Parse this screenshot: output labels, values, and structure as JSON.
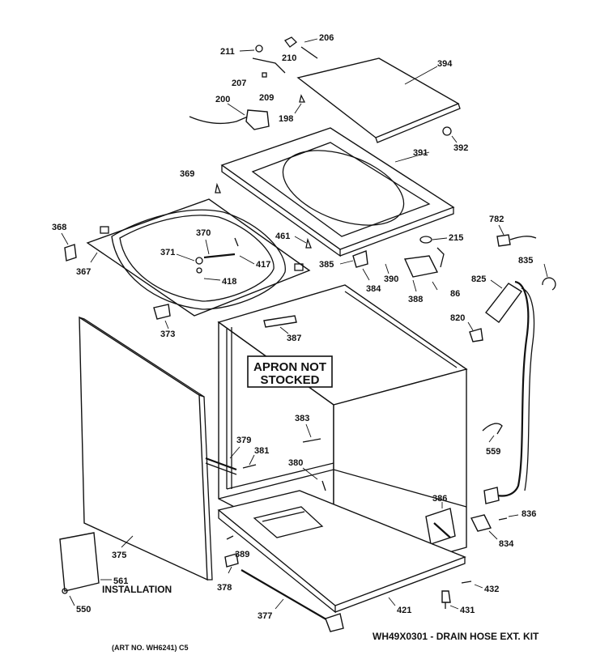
{
  "part_labels": [
    "211",
    "206",
    "210",
    "394",
    "207",
    "209",
    "200",
    "198",
    "392",
    "391",
    "369",
    "368",
    "367",
    "370",
    "371",
    "417",
    "418",
    "461",
    "215",
    "782",
    "835",
    "385",
    "384",
    "390",
    "388",
    "86",
    "825",
    "373",
    "820",
    "387",
    "383",
    "379",
    "381",
    "380",
    "559",
    "386",
    "836",
    "834",
    "375",
    "389",
    "378",
    "377",
    "421",
    "432",
    "431",
    "561",
    "550"
  ],
  "apron_note": [
    "APRON NOT",
    "STOCKED"
  ],
  "installation_label": "INSTALLATION",
  "kit_label": "WH49X0301 - DRAIN HOSE EXT. KIT",
  "art_number": "(ART NO. WH6241) C5",
  "top_corner_mark": "´´´"
}
